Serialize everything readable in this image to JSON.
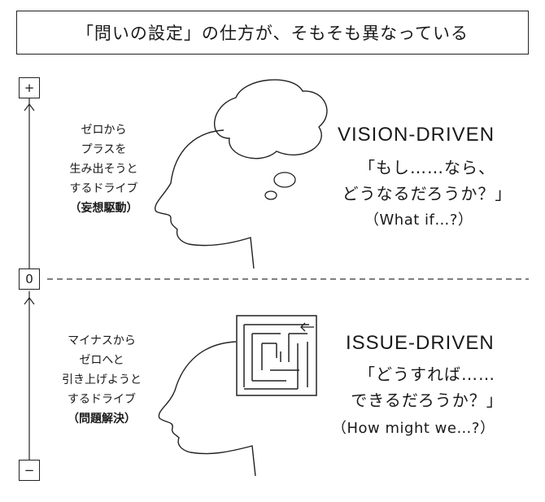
{
  "title": "「問いの設定」の仕方が、そもそも異なっている",
  "axis": {
    "plus": "+",
    "zero": "0",
    "minus": "−"
  },
  "vision": {
    "desc_lines": [
      "ゼロから",
      "プラスを",
      "生み出そうと",
      "するドライブ"
    ],
    "desc_kanji": "（妄想駆動）",
    "heading": "VISION-DRIVEN",
    "quote_line1": "「もし……なら、",
    "quote_line2": "どうなるだろうか？」",
    "english": "（What if…?）"
  },
  "issue": {
    "desc_lines": [
      "マイナスから",
      "ゼロへと",
      "引き上げようと",
      "するドライブ"
    ],
    "desc_kanji": "（問題解決）",
    "heading": "ISSUE-DRIVEN",
    "quote_line1": "「どうすれば……",
    "quote_line2": "できるだろうか？」",
    "english": "（How might we…?）"
  }
}
